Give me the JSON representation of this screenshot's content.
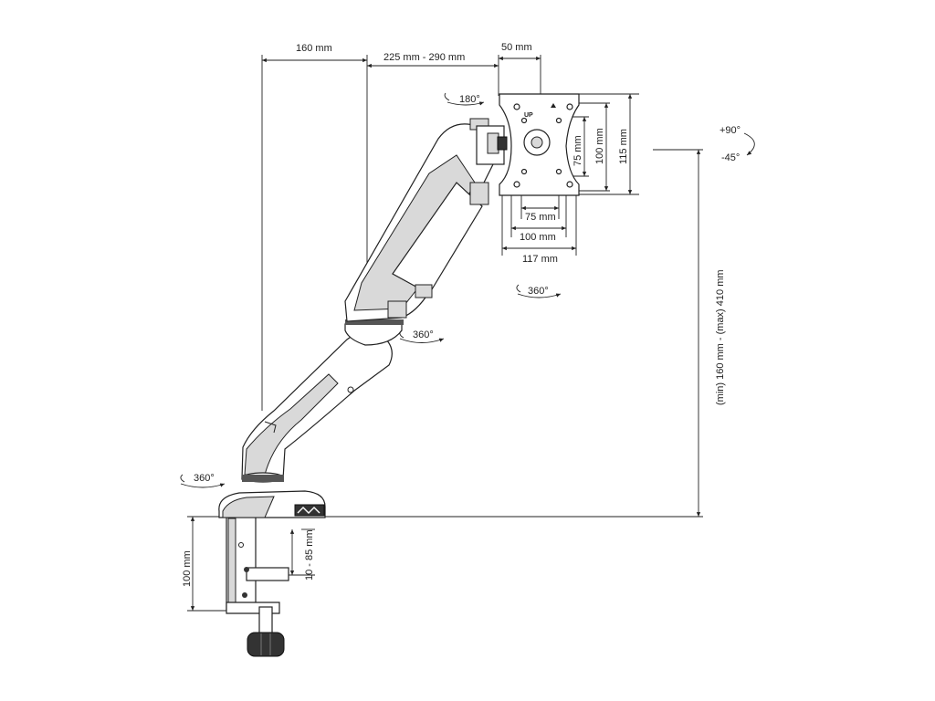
{
  "dimensions": {
    "arm_offset": "160 mm",
    "arm_reach": "225 mm - 290 mm",
    "plate_offset": "50 mm",
    "vesa_75_w": "75 mm",
    "vesa_100_w": "100 mm",
    "plate_width": "117 mm",
    "vesa_75_h": "75 mm",
    "vesa_100_h": "100 mm",
    "plate_height": "115 mm",
    "height_range": "(min) 160 mm - (max) 410 mm",
    "clamp_height": "100 mm",
    "desk_thickness": "10 - 85 mm"
  },
  "rotations": {
    "plate_rotation": "180°",
    "tilt_up": "+90°",
    "tilt_down": "-45°",
    "swivel_head": "360°",
    "swivel_elbow": "360°",
    "swivel_base": "360°"
  },
  "plate_marking": "UP"
}
